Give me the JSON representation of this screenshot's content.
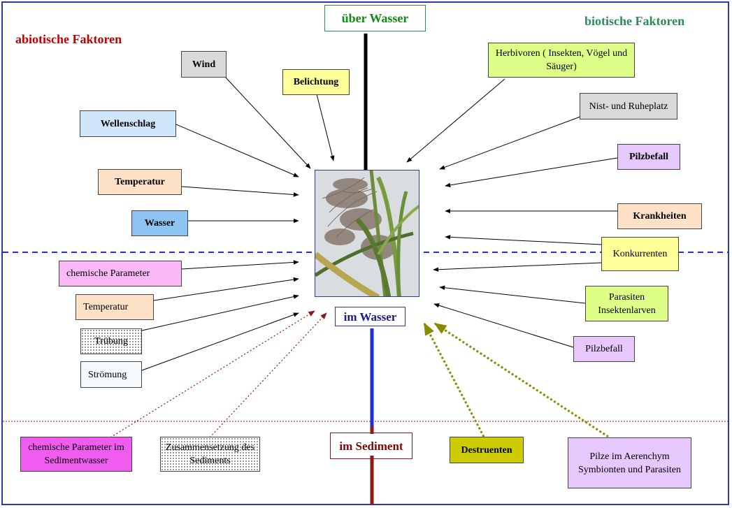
{
  "headings": {
    "abiotic": "abiotische Faktoren",
    "biotic": "biotische Faktoren",
    "above_water": "über Wasser",
    "in_water": "im Wasser",
    "in_sediment": "im Sediment"
  },
  "abiotic_above": [
    "Wind",
    "Belichtung",
    "Wellenschlag",
    "Temperatur",
    "Wasser"
  ],
  "abiotic_water": [
    "chemische Parameter",
    "Temperatur",
    "Trübung",
    "Strömung"
  ],
  "abiotic_sediment": [
    "chemische Parameter im Sedimentwasser",
    "Zusammensetzung des Sediments"
  ],
  "biotic_above": [
    "Herbivoren ( Insekten, Vögel und Säuger)",
    "Nist- und Ruheplatz",
    "Pilzbefall",
    "Krankheiten",
    "Konkurrenten"
  ],
  "biotic_water": [
    "Parasiten Insektenlarven",
    "Pilzbefall"
  ],
  "biotic_sediment": [
    "Destruenten",
    "Pilze im Aerenchym Symbionten und Parasiten"
  ],
  "colors": {
    "abiotic_heading": "#c00000",
    "biotic_heading": "#2e8b57",
    "above_water_text": "#138a13",
    "in_water_text": "#1a1a8c",
    "in_sediment_text": "#7a0a0a",
    "frame": "#2b3aa8",
    "water_line": "#1f2fd6",
    "sediment_line": "#8b1a1a"
  },
  "image": {
    "description_icon": "reed-plant-image"
  }
}
